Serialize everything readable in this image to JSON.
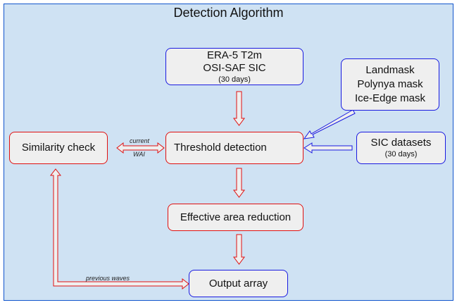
{
  "title": "Detection Algorithm",
  "colors": {
    "background": "#cfe2f3",
    "frame_border": "#1155cc",
    "box_fill": "#efefef",
    "process_border": "#e01010",
    "input_border": "#1a1ae0"
  },
  "nodes": {
    "era5": {
      "lines": [
        "ERA-5 T2m",
        "OSI-SAF SIC"
      ],
      "sub": "(30 days)",
      "kind": "input"
    },
    "masks": {
      "lines": [
        "Landmask",
        "Polynya mask",
        "Ice-Edge mask"
      ],
      "kind": "input"
    },
    "sic": {
      "lines": [
        "SIC datasets"
      ],
      "sub": "(30 days)",
      "kind": "input"
    },
    "similarity": {
      "lines": [
        "Similarity check"
      ],
      "kind": "process"
    },
    "threshold": {
      "lines": [
        "Threshold detection"
      ],
      "kind": "process"
    },
    "effective": {
      "lines": [
        "Effective area reduction"
      ],
      "kind": "process"
    },
    "output": {
      "lines": [
        "Output array"
      ],
      "kind": "output"
    }
  },
  "edges": [
    {
      "from": "era5",
      "to": "threshold",
      "label": ""
    },
    {
      "from": "masks",
      "to": "threshold",
      "label": ""
    },
    {
      "from": "sic",
      "to": "threshold",
      "label": ""
    },
    {
      "from": "threshold",
      "to": "similarity",
      "label": "current WAI",
      "bidirectional": true
    },
    {
      "from": "threshold",
      "to": "effective",
      "label": ""
    },
    {
      "from": "effective",
      "to": "output",
      "label": ""
    },
    {
      "from": "output",
      "to": "similarity",
      "label": "previous waves",
      "bidirectional": true
    }
  ],
  "labels": {
    "current": "current",
    "wai": "WAI",
    "previous_waves": "previous waves"
  }
}
